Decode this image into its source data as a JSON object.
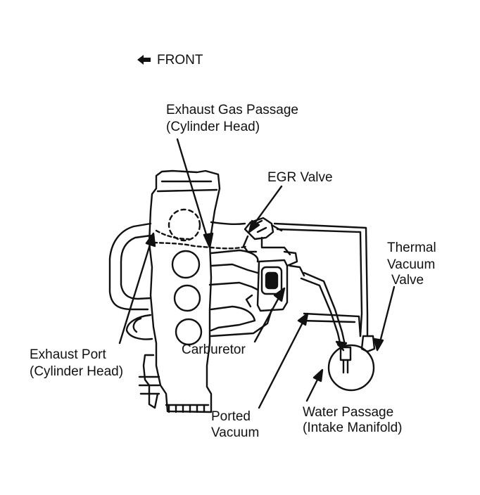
{
  "front": {
    "label": "FRONT",
    "icon": "left-arrow-icon"
  },
  "labels": {
    "exhaust_gas_passage": {
      "line1": "Exhaust Gas Passage",
      "line2": "(Cylinder Head)"
    },
    "egr_valve": {
      "line1": "EGR Valve"
    },
    "thermal_vacuum_valve": {
      "line1": "Thermal",
      "line2": "Vacuum",
      "line3": "Valve"
    },
    "exhaust_port": {
      "line1": "Exhaust Port",
      "line2": "(Cylinder Head)"
    },
    "carburetor": {
      "line1": "Carburetor"
    },
    "ported_vacuum": {
      "line1": "Ported",
      "line2": "Vacuum"
    },
    "water_passage": {
      "line1": "Water Passage",
      "line2": "(Intake Manifold)"
    }
  }
}
